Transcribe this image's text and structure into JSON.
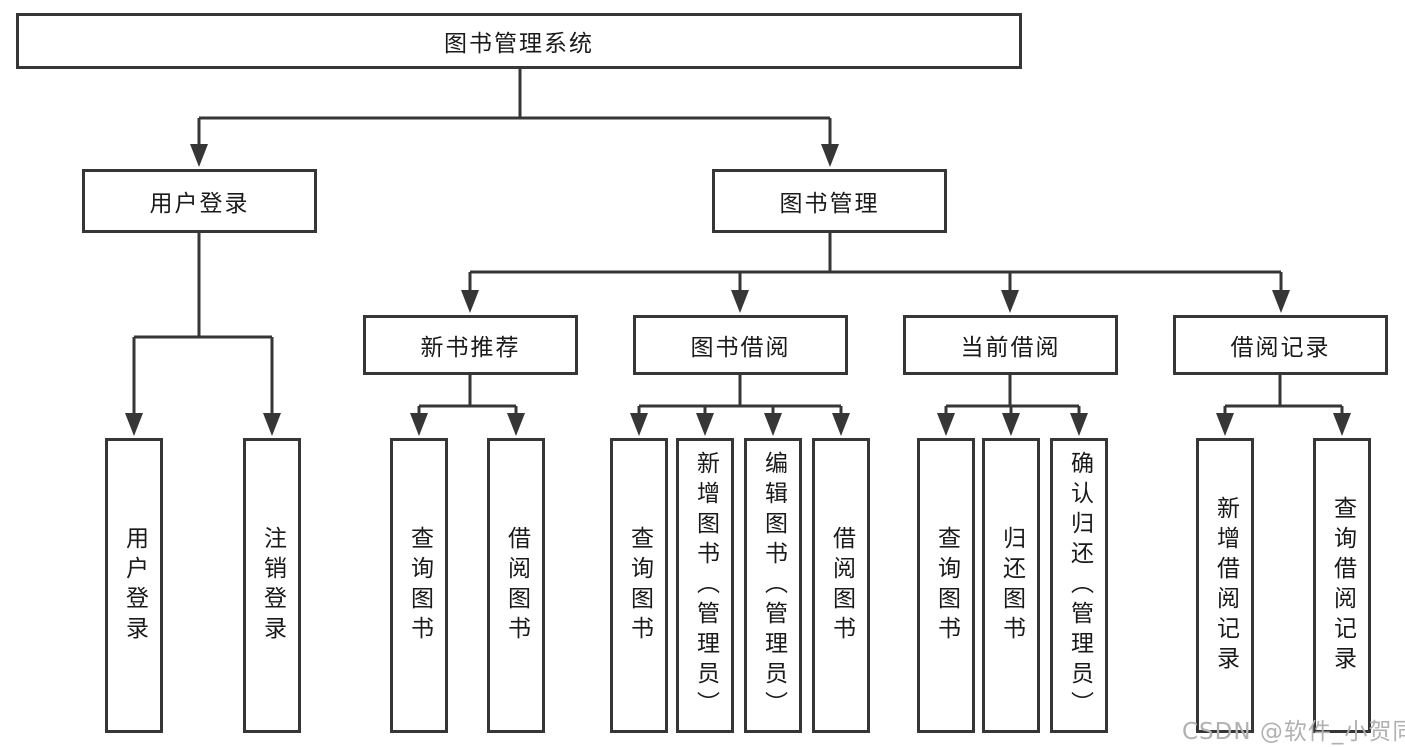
{
  "title": "图书管理系统",
  "branches": {
    "userLogin": {
      "label": "用户登录",
      "children": [
        {
          "label": "用户登录"
        },
        {
          "label": "注销登录"
        }
      ]
    },
    "bookMgmt": {
      "label": "图书管理",
      "groups": [
        {
          "label": "新书推荐",
          "children": [
            {
              "label": "查询图书"
            },
            {
              "label": "借阅图书"
            }
          ]
        },
        {
          "label": "图书借阅",
          "children": [
            {
              "label": "查询图书"
            },
            {
              "label": "新增图书（管理员）"
            },
            {
              "label": "编辑图书（管理员）"
            },
            {
              "label": "借阅图书"
            }
          ]
        },
        {
          "label": "当前借阅",
          "children": [
            {
              "label": "查询图书"
            },
            {
              "label": "归还图书"
            },
            {
              "label": "确认归还（管理员）"
            }
          ]
        },
        {
          "label": "借阅记录",
          "children": [
            {
              "label": "新增借阅记录"
            },
            {
              "label": "查询借阅记录"
            }
          ]
        }
      ]
    }
  },
  "watermark": "CSDN @软件_小贺同学",
  "colors": {
    "line": "#363636",
    "text": "#1a1a1a",
    "watermark": "#b1b1b1",
    "background": "#ffffff"
  }
}
